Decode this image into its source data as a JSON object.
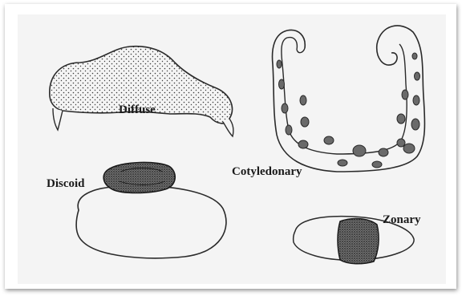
{
  "diagram": {
    "labels": {
      "diffuse": "Diffuse",
      "cotyledonary": "Cotyledonary",
      "discoid": "Discoid",
      "zonary": "Zonary"
    }
  },
  "colors": {
    "background": "#f4f4f4",
    "outline": "#2a2a2a",
    "stipple": "#3a3a3a",
    "disc_fill": "#4a4a4a",
    "cotyledon": "#6a6a6a"
  }
}
